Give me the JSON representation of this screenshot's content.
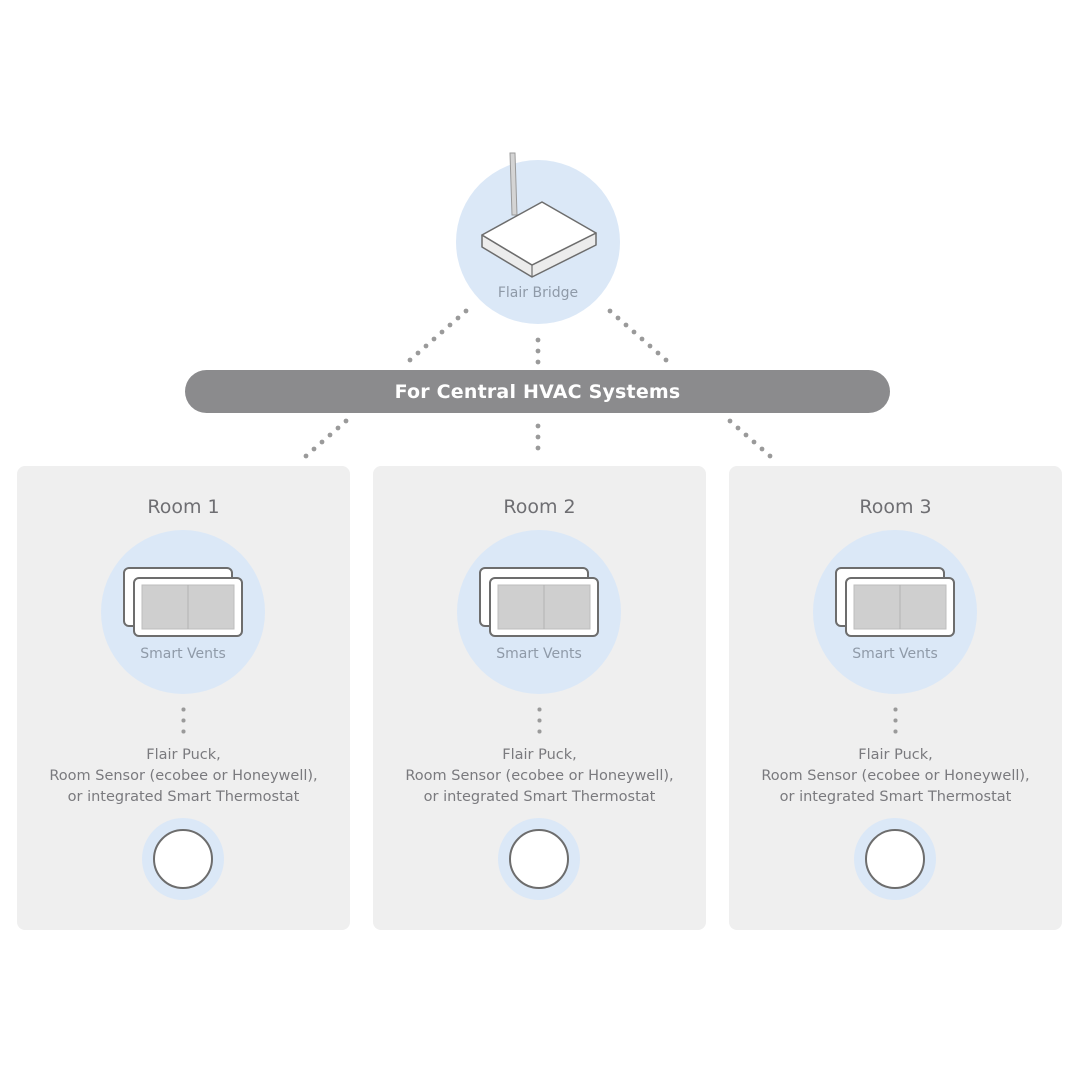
{
  "bridge": {
    "label": "Flair Bridge",
    "icon": "router-icon"
  },
  "hvac_bar": {
    "label": "For Central HVAC Systems"
  },
  "rooms": [
    {
      "title": "Room 1",
      "vents_label": "Smart Vents",
      "sensor_lines": [
        "Flair Puck,",
        "Room Sensor (ecobee or Honeywell),",
        "or integrated Smart Thermostat"
      ]
    },
    {
      "title": "Room 2",
      "vents_label": "Smart Vents",
      "sensor_lines": [
        "Flair Puck,",
        "Room Sensor (ecobee or Honeywell),",
        "or integrated Smart Thermostat"
      ]
    },
    {
      "title": "Room 3",
      "vents_label": "Smart Vents",
      "sensor_lines": [
        "Flair Puck,",
        "Room Sensor (ecobee or Honeywell),",
        "or integrated Smart Thermostat"
      ]
    }
  ],
  "colors": {
    "halo": "#dbe8f7",
    "bar": "#8b8b8d",
    "card": "#efefef",
    "dots": "#9a9a9a"
  }
}
